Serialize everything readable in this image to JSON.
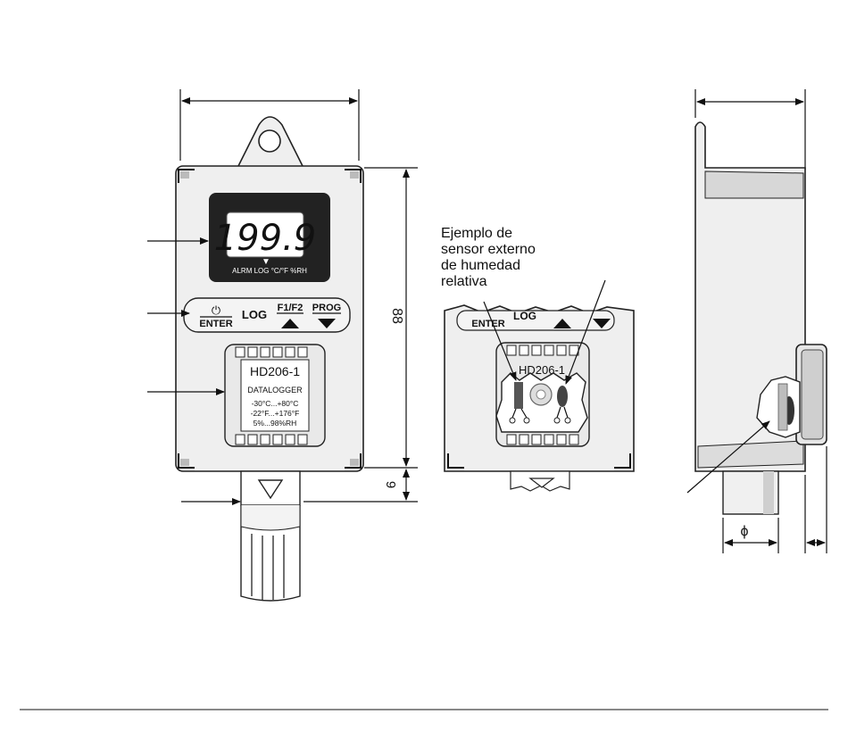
{
  "front_view": {
    "display_value": "199.9",
    "display_indicator": "▼",
    "display_legend": "ALRM  LOG  °C/°F  %RH",
    "keys": {
      "power_symbol": "⏻",
      "enter": "ENTER",
      "log": "LOG",
      "f1f2": "F1/F2",
      "prog": "PROG"
    },
    "label_plate": {
      "model": "HD206-1",
      "type": "DATALOGGER",
      "range_c": "-30°C...+80°C",
      "range_f": "-22°F...+176°F",
      "range_rh": "5%...98%RH"
    },
    "dim_height": "88",
    "dim_connector": "9"
  },
  "detail_view": {
    "caption_lines": [
      "Ejemplo de",
      "sensor externo",
      "de humedad",
      "relativa"
    ],
    "enter_label": "ENTER",
    "log_label": "LOG",
    "plate_partial": "HD206-1"
  },
  "side_view": {
    "dim_diameter": "ϕ"
  }
}
